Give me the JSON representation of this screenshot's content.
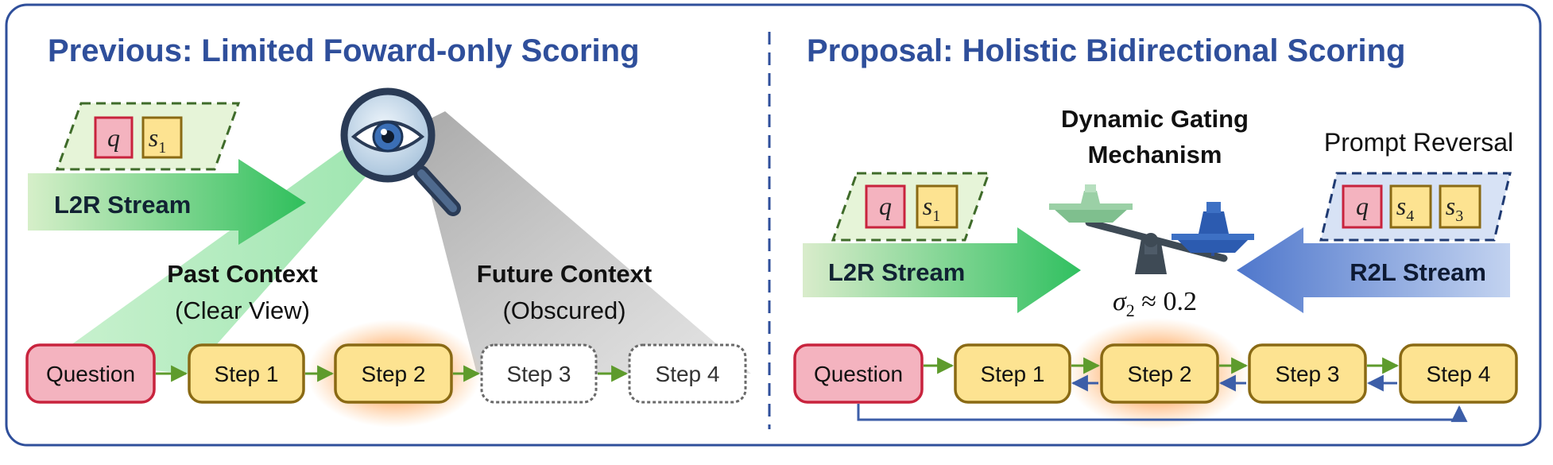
{
  "left_panel": {
    "title": "Previous: Limited Foward-only Scoring",
    "stream_label": "L2R Stream",
    "past_context": {
      "title": "Past Context",
      "subtitle": "(Clear View)"
    },
    "future_context": {
      "title": "Future Context",
      "subtitle": "(Obscured)"
    },
    "prompt_tokens": [
      {
        "base": "q",
        "sub": ""
      },
      {
        "base": "s",
        "sub": "1"
      }
    ],
    "nodes": [
      "Question",
      "Step 1",
      "Step 2",
      "Step 3",
      "Step 4"
    ]
  },
  "right_panel": {
    "title": "Proposal: Holistic Bidirectional Scoring",
    "gating": {
      "line1": "Dynamic Gating",
      "line2": "Mechanism"
    },
    "prompt_reversal_label": "Prompt Reversal",
    "l2r_label": "L2R Stream",
    "r2l_label": "R2L Stream",
    "sigma": {
      "symbol": "σ",
      "sub": "2",
      "rest": " ≈ 0.2"
    },
    "l2r_tokens": [
      {
        "base": "q",
        "sub": ""
      },
      {
        "base": "s",
        "sub": "1"
      }
    ],
    "r2l_tokens": [
      {
        "base": "q",
        "sub": ""
      },
      {
        "base": "s",
        "sub": "4"
      },
      {
        "base": "s",
        "sub": "3"
      }
    ],
    "nodes": [
      "Question",
      "Step 1",
      "Step 2",
      "Step 3",
      "Step 4"
    ]
  },
  "colors": {
    "title_blue": "#2f4f9b",
    "frame_blue": "#2f4f9b",
    "question_fill": "#f4b3bf",
    "question_stroke": "#c8233d",
    "step_fill": "#fde391",
    "step_stroke": "#8a6a14",
    "green_arrow": "#5e9b2c",
    "blue_arrow": "#3c5ea8",
    "highlight": "#ff8c33",
    "stream_green": "#3fbf6a",
    "stream_blue": "#5a82d0"
  },
  "icons": [
    "magnifying-glass-eye-icon",
    "balance-scale-icon"
  ]
}
